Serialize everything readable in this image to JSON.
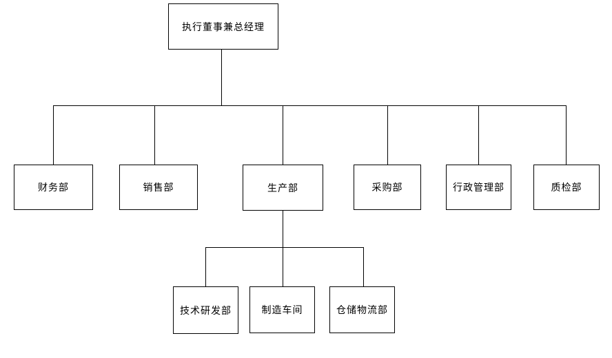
{
  "org_chart": {
    "type": "org-tree",
    "root": {
      "label": "执行董事兼总经理"
    },
    "departments": [
      {
        "label": "财务部"
      },
      {
        "label": "销售部"
      },
      {
        "label": "生产部",
        "children": [
          {
            "label": "技术研发部"
          },
          {
            "label": "制造车间"
          },
          {
            "label": "仓储物流部"
          }
        ]
      },
      {
        "label": "采购部"
      },
      {
        "label": "行政管理部"
      },
      {
        "label": "质检部"
      }
    ]
  },
  "colors": {
    "background": "#ffffff",
    "node_fill": "#ffffff",
    "node_border": "#000000",
    "connector_line": "#000000",
    "text": "#000000"
  }
}
